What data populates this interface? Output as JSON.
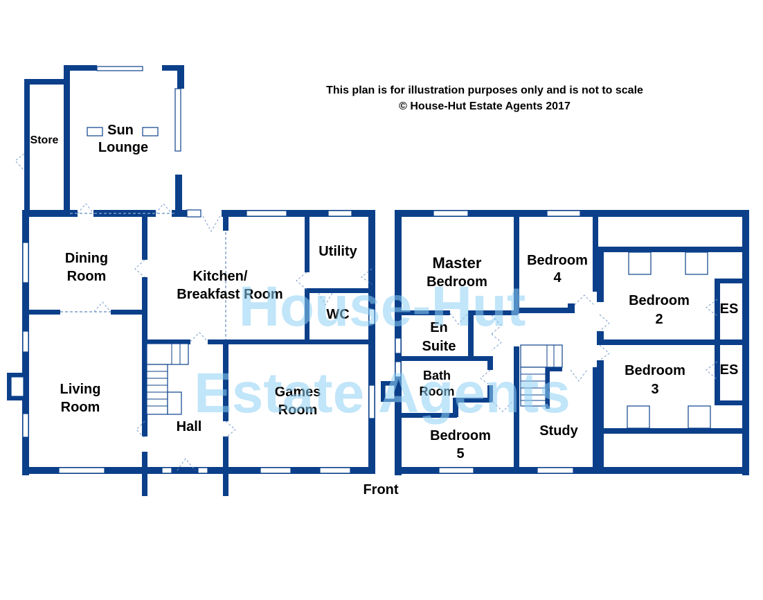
{
  "notice": {
    "line1": "This plan is for illustration purposes only and is not to scale",
    "line2": "© House-Hut Estate Agents 2017"
  },
  "watermark": {
    "line1": "House-Hut",
    "line2": "Estate Agents"
  },
  "colors": {
    "walls": "#0b3f8a",
    "watermark": "#8fd0f5"
  },
  "orientation": {
    "front": "Front"
  },
  "ground_floor": {
    "store": "Store",
    "sun_lounge": [
      "Sun",
      "Lounge"
    ],
    "dining_room": [
      "Dining",
      "Room"
    ],
    "kitchen": [
      "Kitchen/",
      "Breakfast Room"
    ],
    "utility": "Utility",
    "wc": "WC",
    "living_room": [
      "Living",
      "Room"
    ],
    "hall": "Hall",
    "games_room": [
      "Games",
      "Room"
    ]
  },
  "first_floor": {
    "master_bedroom": [
      "Master",
      "Bedroom"
    ],
    "bedroom_4": [
      "Bedroom",
      "4"
    ],
    "bedroom_2": [
      "Bedroom",
      "2"
    ],
    "es_2": "ES",
    "en_suite": [
      "En",
      "Suite"
    ],
    "bathroom": [
      "Bath",
      "Room"
    ],
    "bedroom_3": [
      "Bedroom",
      "3"
    ],
    "es_3": "ES",
    "bedroom_5": [
      "Bedroom",
      "5"
    ],
    "study": "Study"
  }
}
